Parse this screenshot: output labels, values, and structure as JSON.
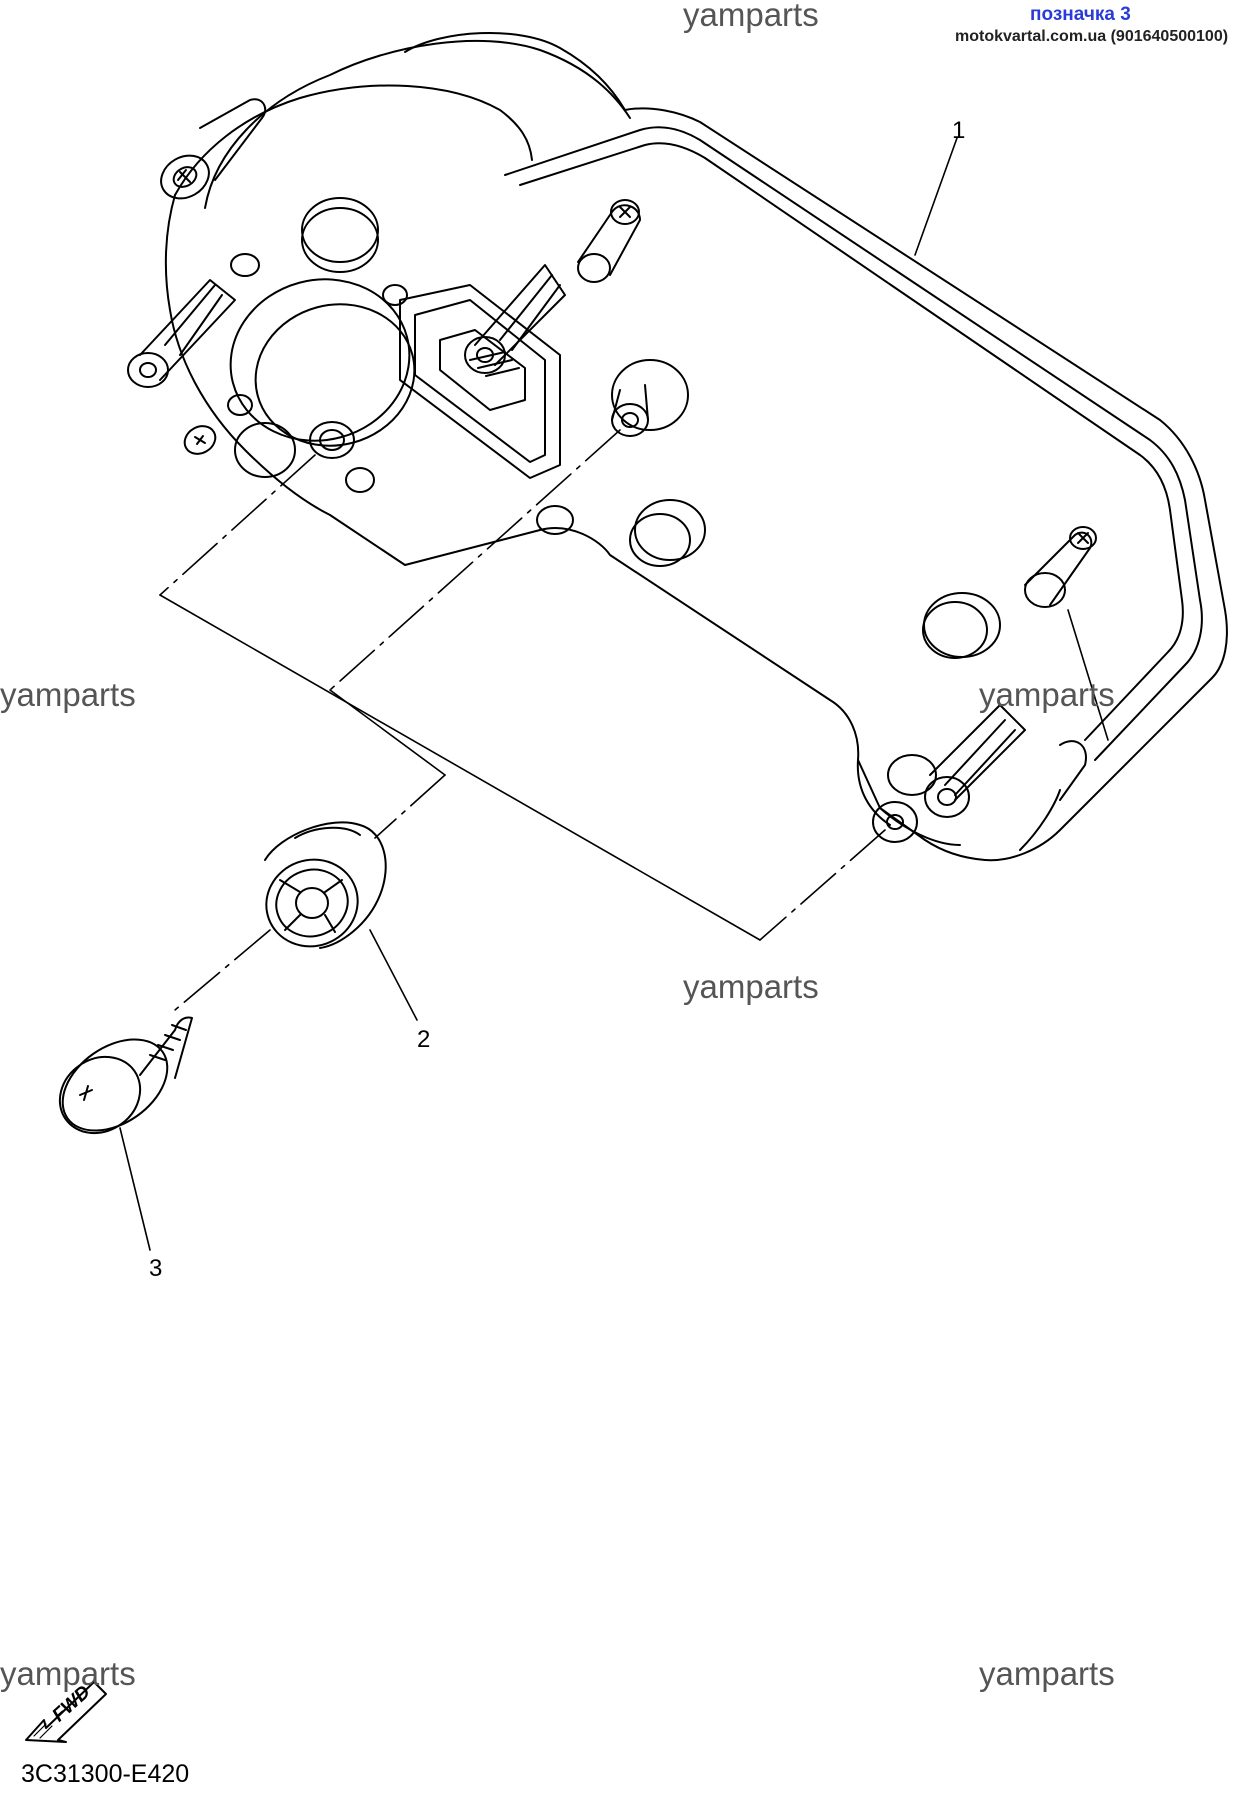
{
  "watermarks": {
    "top": "yamparts",
    "left": "yamparts",
    "right": "yamparts",
    "middle": "yamparts",
    "bottom_left": "yamparts",
    "bottom_right": "yamparts"
  },
  "badge": {
    "title": "позначка 3",
    "source": "motokvartal.com.ua (901640500100)"
  },
  "callouts": {
    "part_1": "1",
    "part_2": "2",
    "part_3": "3"
  },
  "direction_arrow": {
    "label": "FWD",
    "icon": "forward-arrow-icon"
  },
  "drawing_code": "3C31300-E420"
}
